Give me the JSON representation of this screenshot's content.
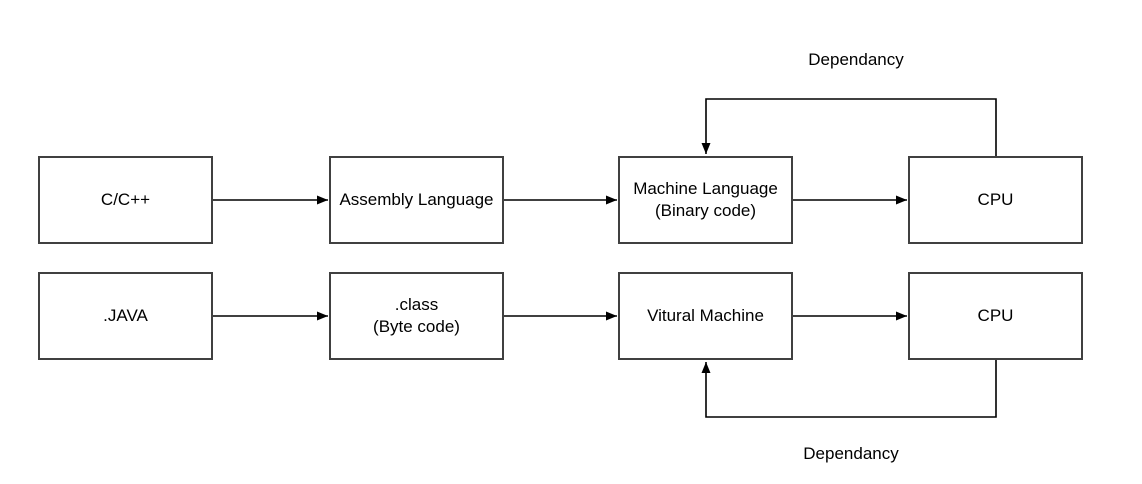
{
  "diagram": {
    "description_visible_text_only": "compilation pipeline flowchart",
    "colors": {
      "background": "#ffffff",
      "box_border": "#404040",
      "connector": "#000000",
      "text": "#000000"
    },
    "nodes": [
      {
        "id": "c-cpp",
        "label": "C/C++"
      },
      {
        "id": "assembly-language",
        "label": "Assembly Language"
      },
      {
        "id": "machine-language",
        "label": "Machine Language\n(Binary code)"
      },
      {
        "id": "cpu-top",
        "label": "CPU"
      },
      {
        "id": "java-file",
        "label": ".JAVA"
      },
      {
        "id": "class-file",
        "label": ".class\n(Byte code)"
      },
      {
        "id": "virtual-machine",
        "label": "Vitural Machine"
      },
      {
        "id": "cpu-bottom",
        "label": "CPU"
      }
    ],
    "edge_labels": {
      "top_dependency": "Dependancy",
      "bottom_dependency": "Dependancy"
    }
  }
}
